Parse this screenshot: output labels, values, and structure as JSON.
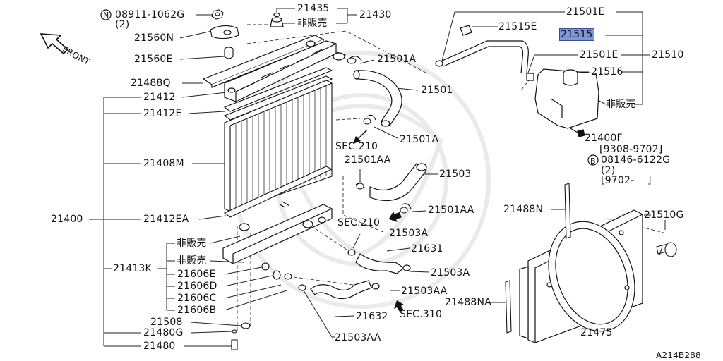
{
  "diagram": {
    "front": "FRONT",
    "catalog_code": "A214B288",
    "not_sold": "非販売",
    "hl_color": "#7f96d8",
    "parts": {
      "p08911": "08911-1062G",
      "p08911_qty": "(2)",
      "p21560N": "21560N",
      "p21560E": "21560E",
      "p21488Q": "21488Q",
      "p21412": "21412",
      "p21412E": "21412E",
      "p21408M": "21408M",
      "p21400": "21400",
      "p21412EA": "21412EA",
      "p21413K": "21413K",
      "p21606E": "21606E",
      "p21606D": "21606D",
      "p21606C": "21606C",
      "p21606B": "21606B",
      "p21508": "21508",
      "p21480G": "21480G",
      "p21480": "21480",
      "p21435": "21435",
      "p21430": "21430",
      "p21501A_top": "21501A",
      "p21501": "21501",
      "p21501A_bot": "21501A",
      "sec210_a": "SEC.210",
      "p21501AA_top": "21501AA",
      "p21503": "21503",
      "p21501AA_bot": "21501AA",
      "sec210_b": "SEC.210",
      "p21503A_top": "21503A",
      "p21631": "21631",
      "p21503A_bot": "21503A",
      "p21503AA_mid": "21503AA",
      "p21632": "21632",
      "sec310": "SEC.310",
      "p21503AA_bot": "21503AA",
      "p21501E_top": "21501E",
      "p21515E": "21515E",
      "p21515": "21515",
      "p21501E_mid": "21501E",
      "p21510": "21510",
      "p21516": "21516",
      "p21400F": "21400F",
      "p21400F_range": "[9308-9702]",
      "p08146": "08146-6122G",
      "p08146_qty": "(2)",
      "p08146_range": "[9702-    ]",
      "p21488N": "21488N",
      "p21510G": "21510G",
      "p21488NA": "21488NA",
      "p21475": "21475",
      "prefix_N": "N",
      "prefix_B": "B"
    }
  }
}
